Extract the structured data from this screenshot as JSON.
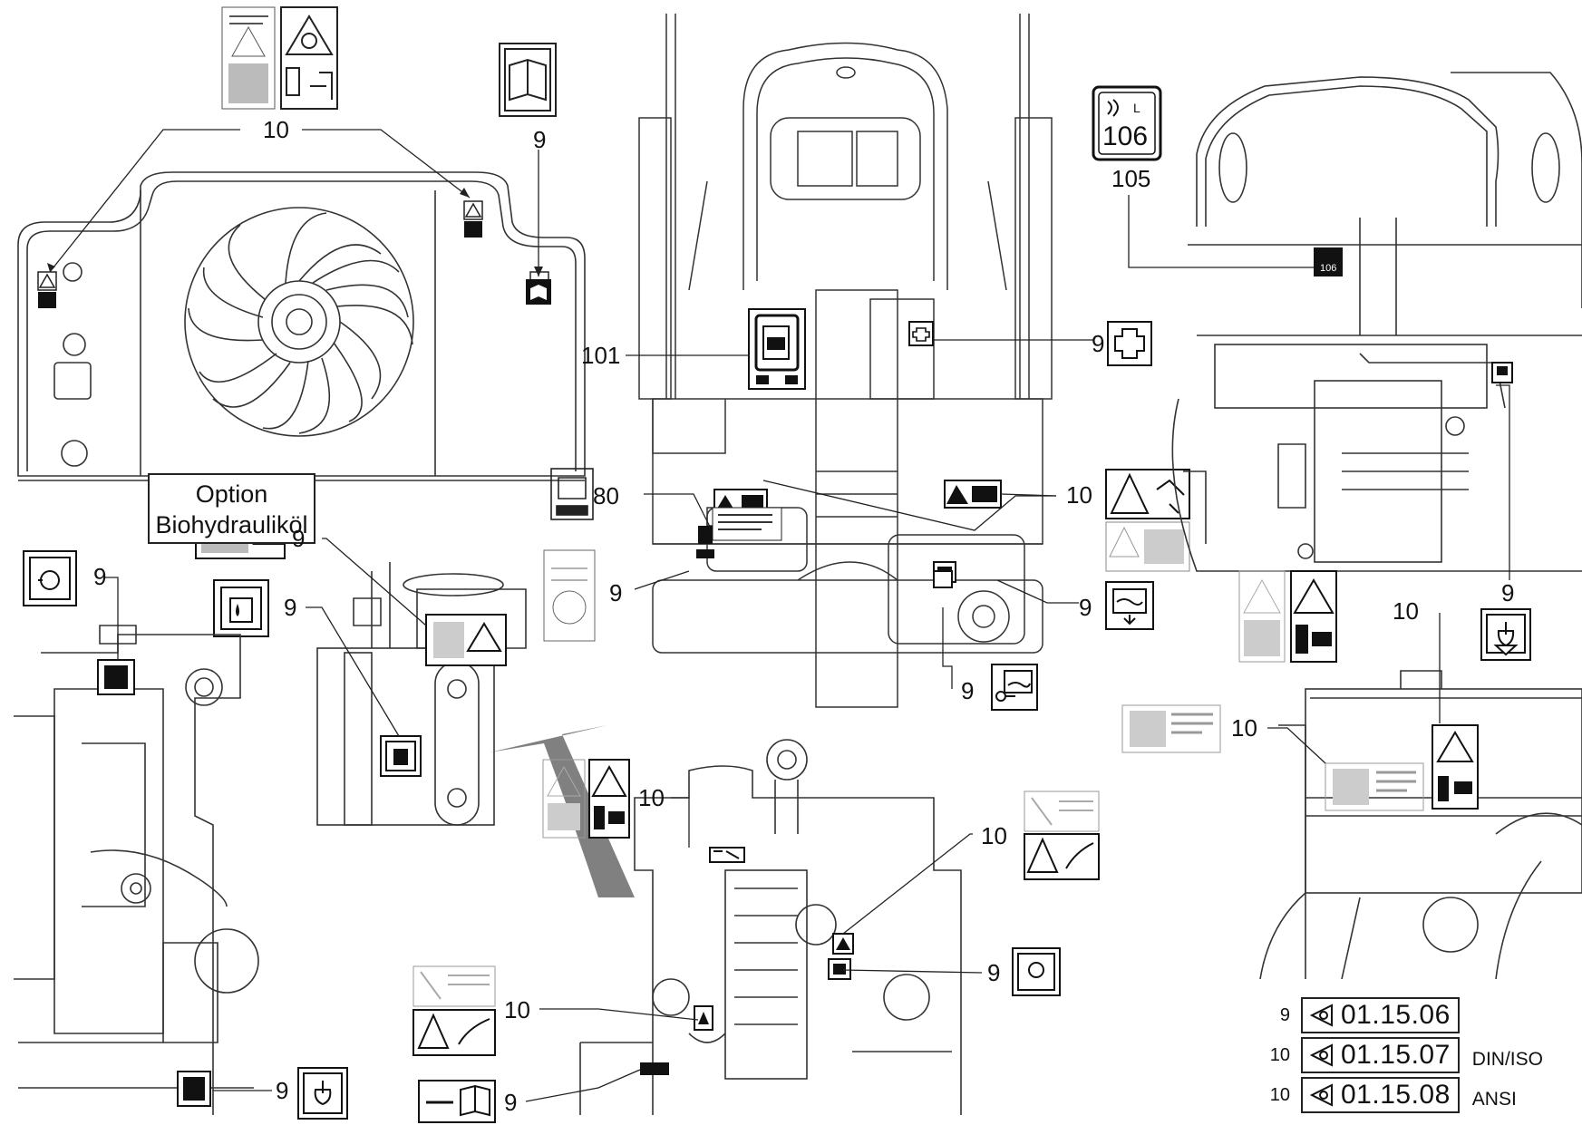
{
  "option_box": {
    "line1": "Option",
    "line2": "Biohydrauliköl"
  },
  "callouts": {
    "a": "10",
    "b": "9",
    "c": "105",
    "d": "101",
    "e": "9",
    "f": "80",
    "g": "9",
    "h": "10",
    "i": "9",
    "j": "9",
    "k": "9",
    "l": "9",
    "m": "9",
    "n": "10",
    "o": "10",
    "p": "10",
    "q": "9",
    "r": "10",
    "s": "9",
    "t": "9"
  },
  "decal_text": {
    "sound_level": "106",
    "sound_unit": "L",
    "sound_callout": "105"
  },
  "reference_table": [
    {
      "num": "9",
      "code": "01.15.06",
      "standard": ""
    },
    {
      "num": "10",
      "code": "01.15.07",
      "standard": "DIN/ISO"
    },
    {
      "num": "10",
      "code": "01.15.08",
      "standard": "ANSI"
    }
  ],
  "icons": [
    "book-icon",
    "first-aid-cross-icon",
    "hydraulic-oil-icon",
    "coolant-icon",
    "fuel-icon",
    "warning-triangle-icon",
    "hand-stop-icon",
    "sound-power-icon",
    "eye-reference-icon"
  ]
}
